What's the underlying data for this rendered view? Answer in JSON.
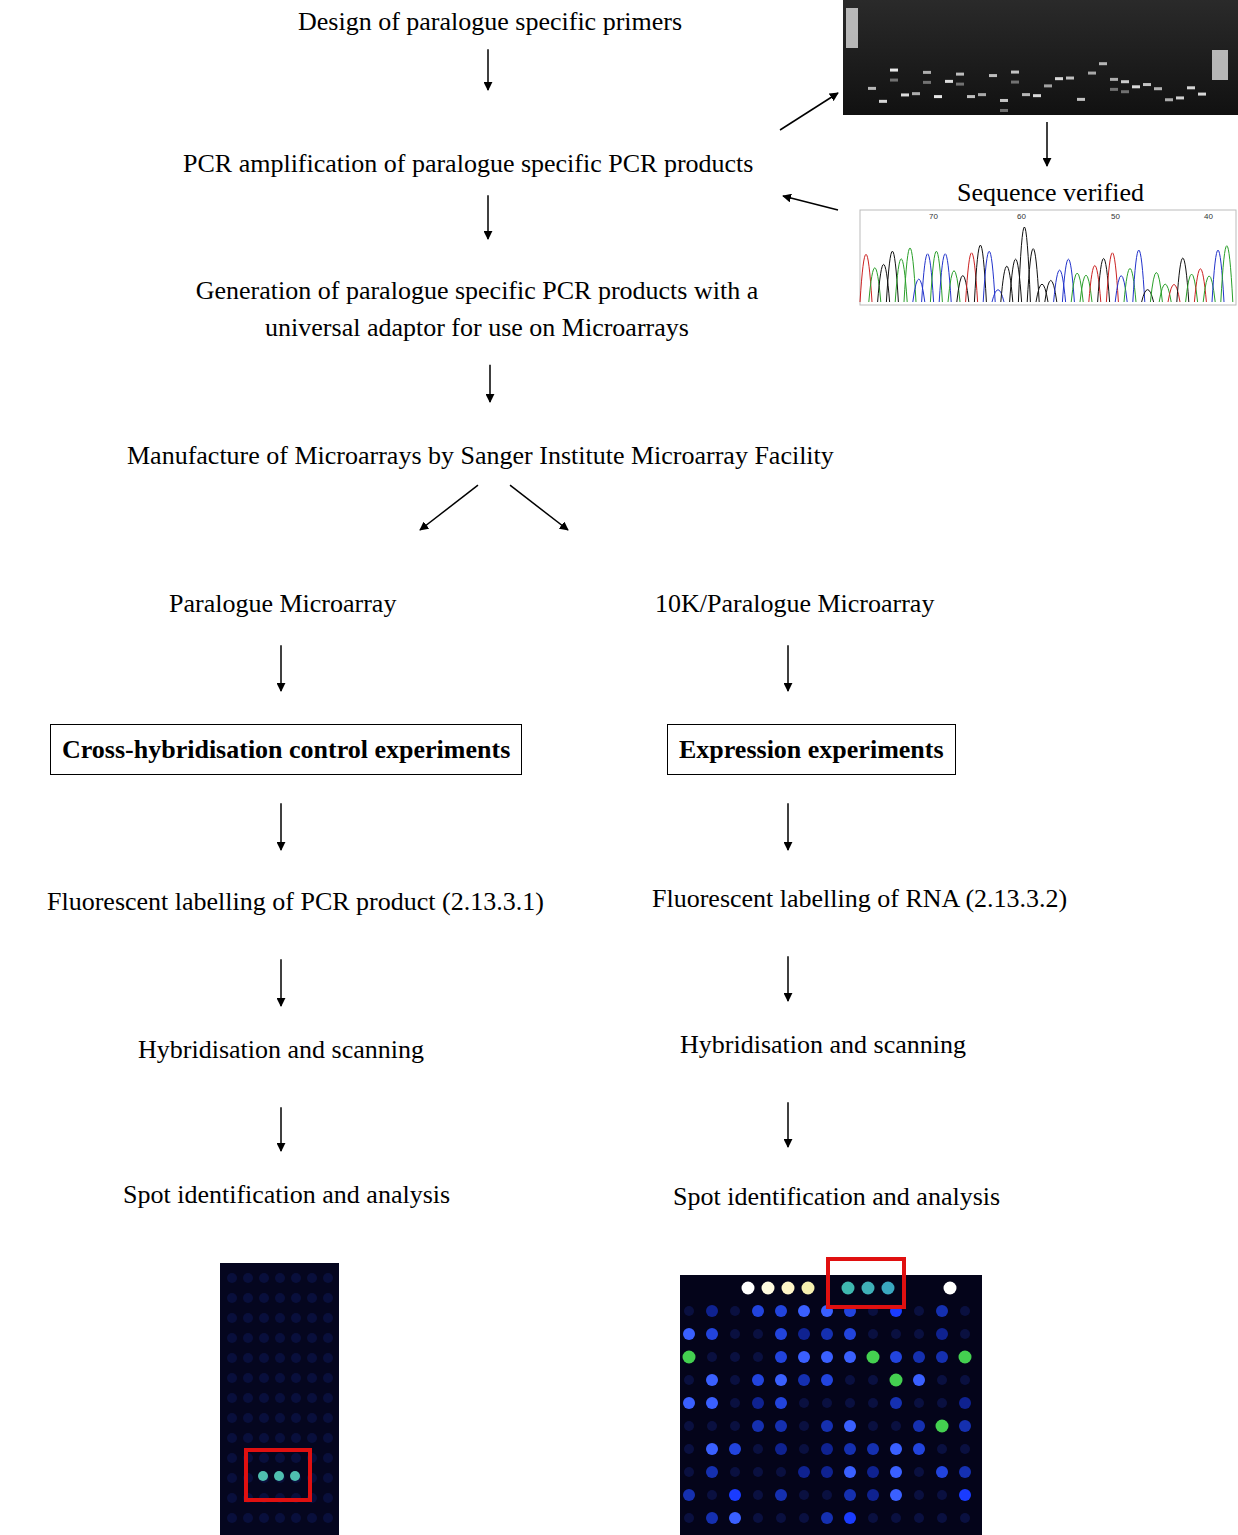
{
  "diagram": {
    "nodes": [
      {
        "text": [
          "Design of paralogue specific primers"
        ]
      },
      {
        "text": [
          "PCR amplification of paralogue specific PCR products"
        ]
      },
      {
        "text": [
          "Generation of paralogue specific PCR products with a universal adaptor for use on Microarrays"
        ]
      },
      {
        "text": [
          "Manufacture of Microarrays by Sanger Institute Microarray Facility"
        ]
      },
      {
        "text": [
          "Paralogue Microarray"
        ]
      },
      {
        "text": [
          "10K/Paralogue Microarray"
        ]
      },
      {
        "text": [
          "Cross-hybridisation control experiments"
        ]
      },
      {
        "text": [
          "Expression experiments"
        ]
      },
      {
        "text": [
          "Fluorescent labelling of PCR product (2.13.3.1)"
        ]
      },
      {
        "text": [
          "Fluorescent labelling of RNA (2.13.3.2)"
        ]
      },
      {
        "text": [
          "Hybridisation and scanning"
        ]
      },
      {
        "text": [
          "Hybridisation and scanning"
        ]
      },
      {
        "text": [
          "Spot identification and analysis"
        ]
      },
      {
        "text": [
          "Spot identification and analysis"
        ]
      },
      {
        "text": [
          "Sequence verified"
        ]
      }
    ],
    "edges": [
      {
        "from": 0,
        "to": 1,
        "arrow": "to"
      },
      {
        "from": 1,
        "to": 2,
        "arrow": "to"
      },
      {
        "from": 2,
        "to": 3,
        "arrow": "to"
      },
      {
        "from": 3,
        "to": 4,
        "arrow": "to"
      },
      {
        "from": 3,
        "to": 5,
        "arrow": "to"
      },
      {
        "from": 4,
        "to": 6,
        "arrow": "to"
      },
      {
        "from": 5,
        "to": 7,
        "arrow": "to"
      },
      {
        "from": 6,
        "to": 8,
        "arrow": "to"
      },
      {
        "from": 7,
        "to": 9,
        "arrow": "to"
      },
      {
        "from": 8,
        "to": 10,
        "arrow": "to"
      },
      {
        "from": 9,
        "to": 11,
        "arrow": "to"
      },
      {
        "from": 10,
        "to": 12,
        "arrow": "to"
      },
      {
        "from": 11,
        "to": 13,
        "arrow": "to"
      }
    ],
    "labels": [
      "70",
      "60",
      "50",
      "40"
    ]
  }
}
